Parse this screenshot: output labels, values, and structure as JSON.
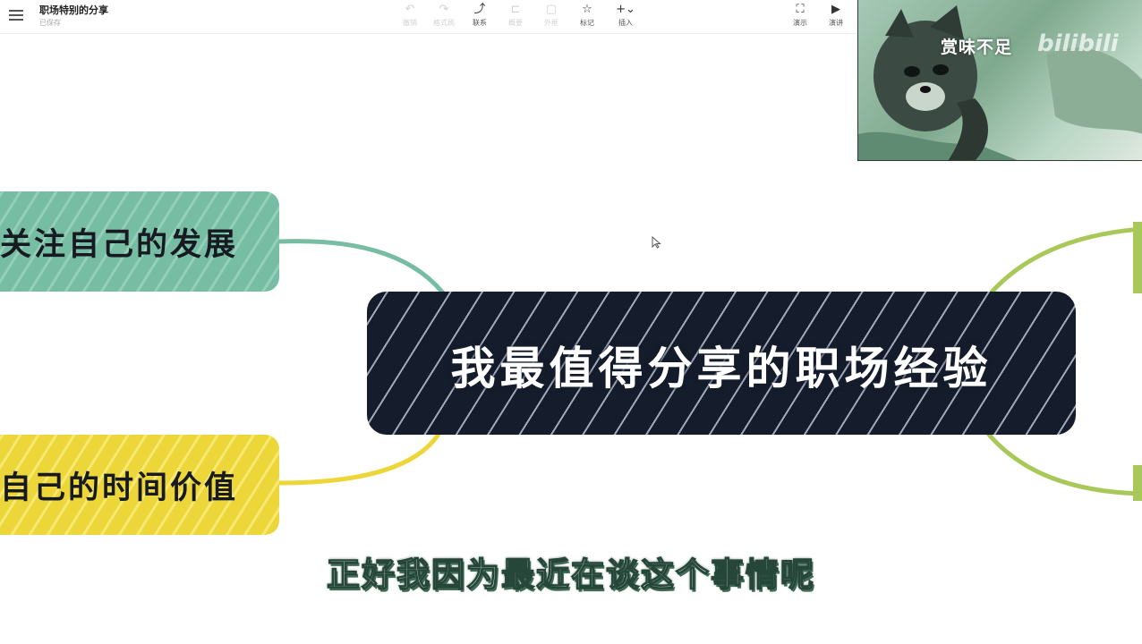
{
  "toolbar": {
    "doc_title": "职场特别的分享",
    "doc_status": "已保存",
    "tools": [
      {
        "icon": "undo-icon",
        "glyph": "↶",
        "label": "撤销",
        "enabled": false
      },
      {
        "icon": "redo-icon",
        "glyph": "↷",
        "label": "格式刷",
        "enabled": false
      },
      {
        "icon": "link-icon",
        "glyph": "⤴",
        "label": "联系",
        "enabled": true
      },
      {
        "icon": "summary-icon",
        "glyph": "⊏",
        "label": "概要",
        "enabled": false
      },
      {
        "icon": "frame-icon",
        "glyph": "▢",
        "label": "外框",
        "enabled": false
      },
      {
        "icon": "star-icon",
        "glyph": "☆",
        "label": "标记",
        "enabled": true
      },
      {
        "icon": "insert-icon",
        "glyph": "+⌄",
        "label": "插入",
        "enabled": true
      },
      {
        "icon": "present-icon",
        "glyph": "⛶",
        "label": "演示",
        "enabled": true
      },
      {
        "icon": "play-icon",
        "glyph": "▶",
        "label": "演讲",
        "enabled": true
      }
    ]
  },
  "webcam": {
    "username": "赏味不足",
    "watermark": "bilibili"
  },
  "mindmap": {
    "root": "我最值得分享的职场经验",
    "branches": [
      {
        "text": "关注自己的发展",
        "color": "#76bda4"
      },
      {
        "text": "自己的时间价值",
        "color": "#ecd63a"
      }
    ],
    "link_colors": {
      "teal": "#76bda4",
      "yellow": "#ecd63a",
      "green": "#a8c95a"
    }
  },
  "subtitle": "正好我因为最近在谈这个事情呢"
}
